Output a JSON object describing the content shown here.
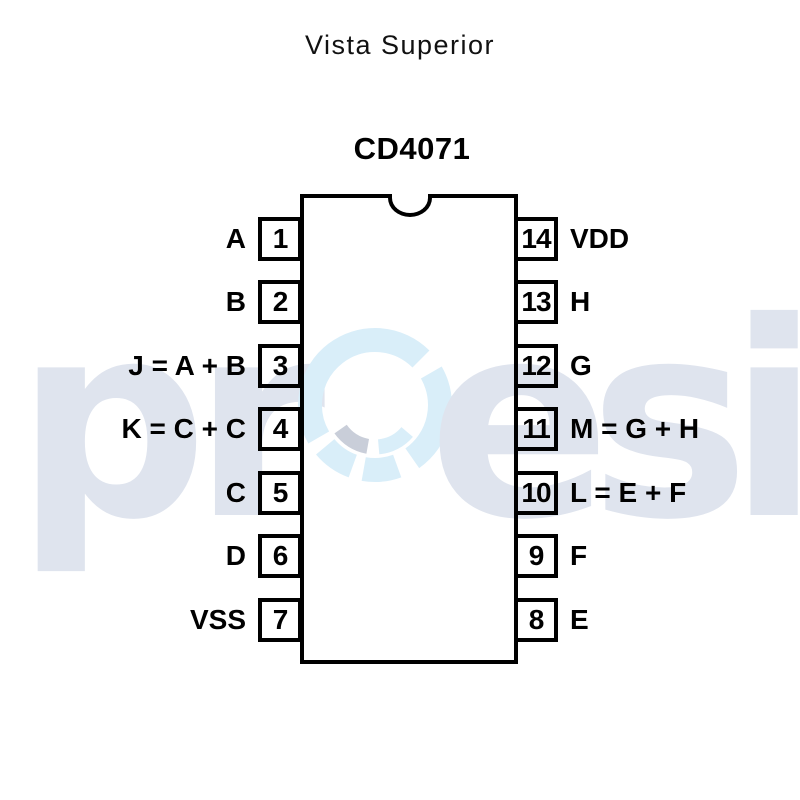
{
  "title": "Vista Superior",
  "chip": {
    "name": "CD4071",
    "left_pins": [
      {
        "number": "1",
        "label": "A"
      },
      {
        "number": "2",
        "label": "B"
      },
      {
        "number": "3",
        "label": "J = A + B"
      },
      {
        "number": "4",
        "label": "K = C + C"
      },
      {
        "number": "5",
        "label": "C"
      },
      {
        "number": "6",
        "label": "D"
      },
      {
        "number": "7",
        "label": "VSS"
      }
    ],
    "right_pins": [
      {
        "number": "14",
        "label": "VDD"
      },
      {
        "number": "13",
        "label": "H"
      },
      {
        "number": "12",
        "label": "G"
      },
      {
        "number": "11",
        "label": "M = G + H"
      },
      {
        "number": "10",
        "label": "L = E + F"
      },
      {
        "number": "9",
        "label": "F"
      },
      {
        "number": "8",
        "label": "E"
      }
    ]
  },
  "watermark": {
    "left": "pr",
    "right": "esi",
    "letter_color": "#dfe4ee",
    "ring_color": "#d9eef9",
    "ring_accent_color": "#c9ced9"
  },
  "colors": {
    "background": "#ffffff",
    "line": "#000000",
    "text": "#000000"
  }
}
